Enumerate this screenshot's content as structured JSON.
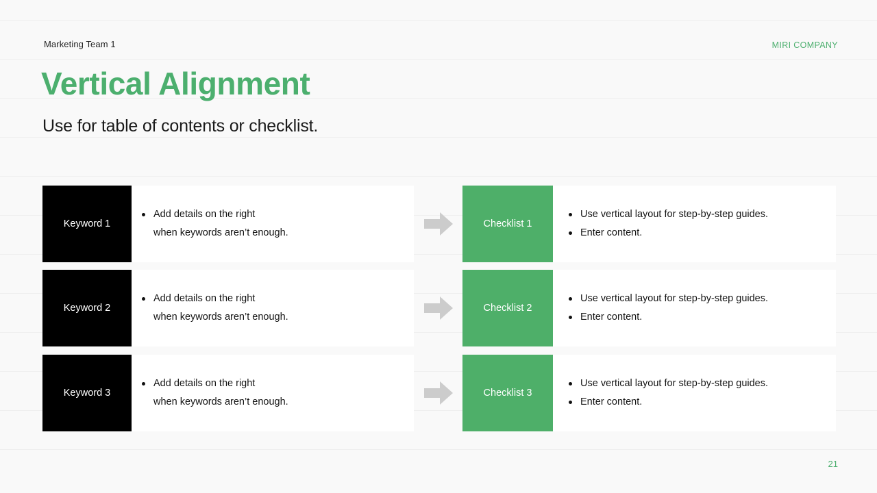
{
  "header": {
    "team_label": "Marketing Team 1",
    "company_label": "MIRI COMPANY"
  },
  "title": "Vertical Alignment",
  "subtitle": "Use for table of contents or checklist.",
  "page_number": "21",
  "colors": {
    "accent_green": "#4caf6e",
    "box_green": "#4eaf69",
    "keyword_black": "#000000",
    "arrow_gray": "#cccccc",
    "background": "#f9f9f9",
    "card_white": "#ffffff"
  },
  "icons": {
    "arrow": "arrow-right-icon"
  },
  "rows": [
    {
      "keyword": "Keyword 1",
      "detail_line_1": "Add details on the right",
      "detail_line_2": "when keywords aren’t enough.",
      "checklist": "Checklist 1",
      "checklist_bullets": [
        "Use vertical layout for step-by-step guides.",
        "Enter content."
      ]
    },
    {
      "keyword": "Keyword 2",
      "detail_line_1": "Add details on the right",
      "detail_line_2": "when keywords aren’t enough.",
      "checklist": "Checklist 2",
      "checklist_bullets": [
        "Use vertical layout for step-by-step guides.",
        "Enter content."
      ]
    },
    {
      "keyword": "Keyword 3",
      "detail_line_1": "Add details on the right",
      "detail_line_2": "when keywords aren’t enough.",
      "checklist": "Checklist 3",
      "checklist_bullets": [
        "Use vertical layout for step-by-step guides.",
        "Enter content."
      ]
    }
  ]
}
